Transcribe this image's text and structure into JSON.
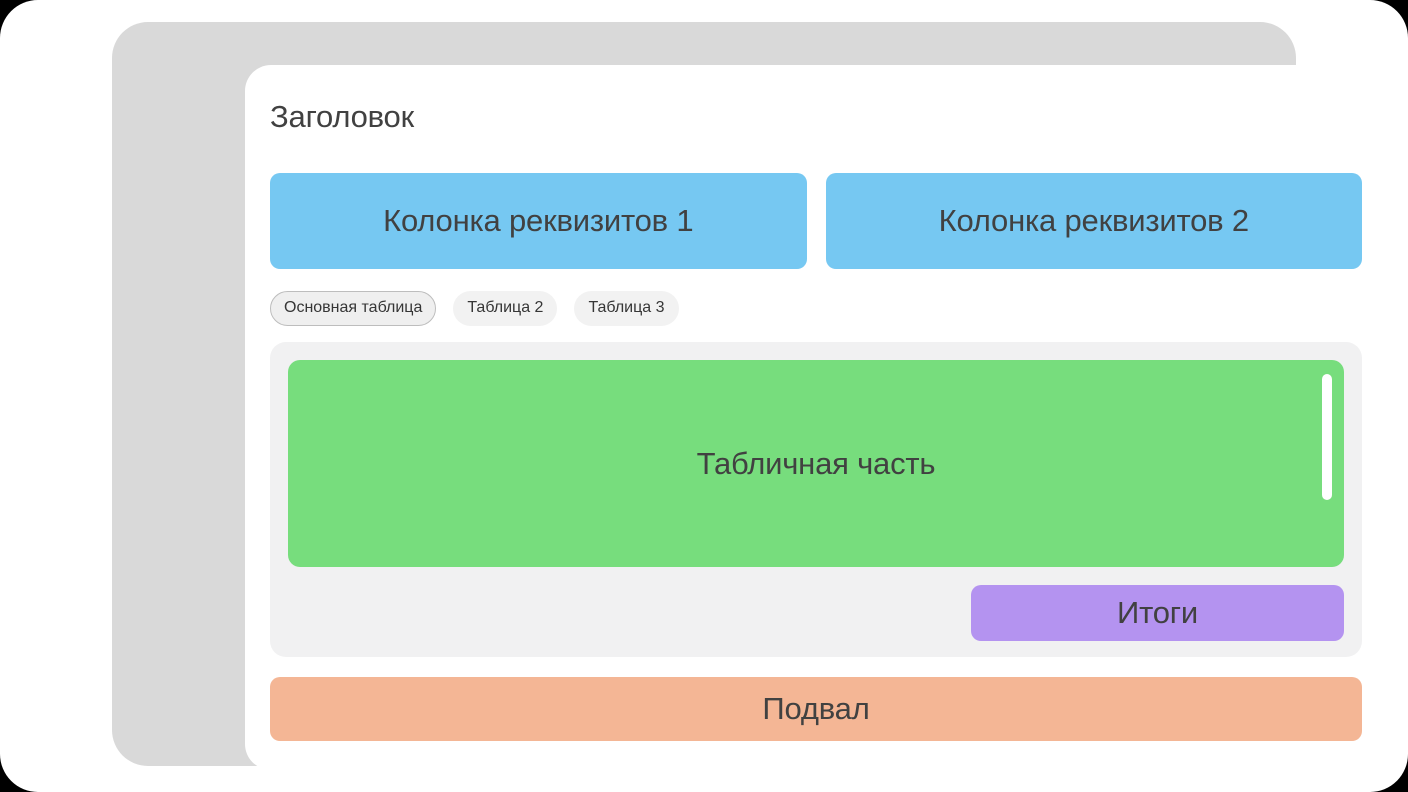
{
  "colors": {
    "page": "#ffffff",
    "frame": "#d9d9d9",
    "card": "#ffffff",
    "text": "#414141",
    "requisites": "#76c8f2",
    "panel": "#f1f1f2",
    "table": "#77dd7d",
    "scrollbar": "#ffffff",
    "totals": "#b493f0",
    "footer_block": "#f4b695",
    "chip_bg": "#f2f2f2",
    "chip_active_bg": "#efefef",
    "chip_active_border": "#bdbdbd"
  },
  "header": {
    "title": "Заголовок"
  },
  "requisites": {
    "column1_label": "Колонка реквизитов 1",
    "column2_label": "Колонка реквизитов 2"
  },
  "tabs": {
    "items": [
      {
        "label": "Основная таблица",
        "active": true
      },
      {
        "label": "Таблица 2",
        "active": false
      },
      {
        "label": "Таблица 3",
        "active": false
      }
    ]
  },
  "table_section": {
    "table_label": "Табличная часть",
    "totals_label": "Итоги"
  },
  "footer": {
    "label": "Подвал"
  }
}
